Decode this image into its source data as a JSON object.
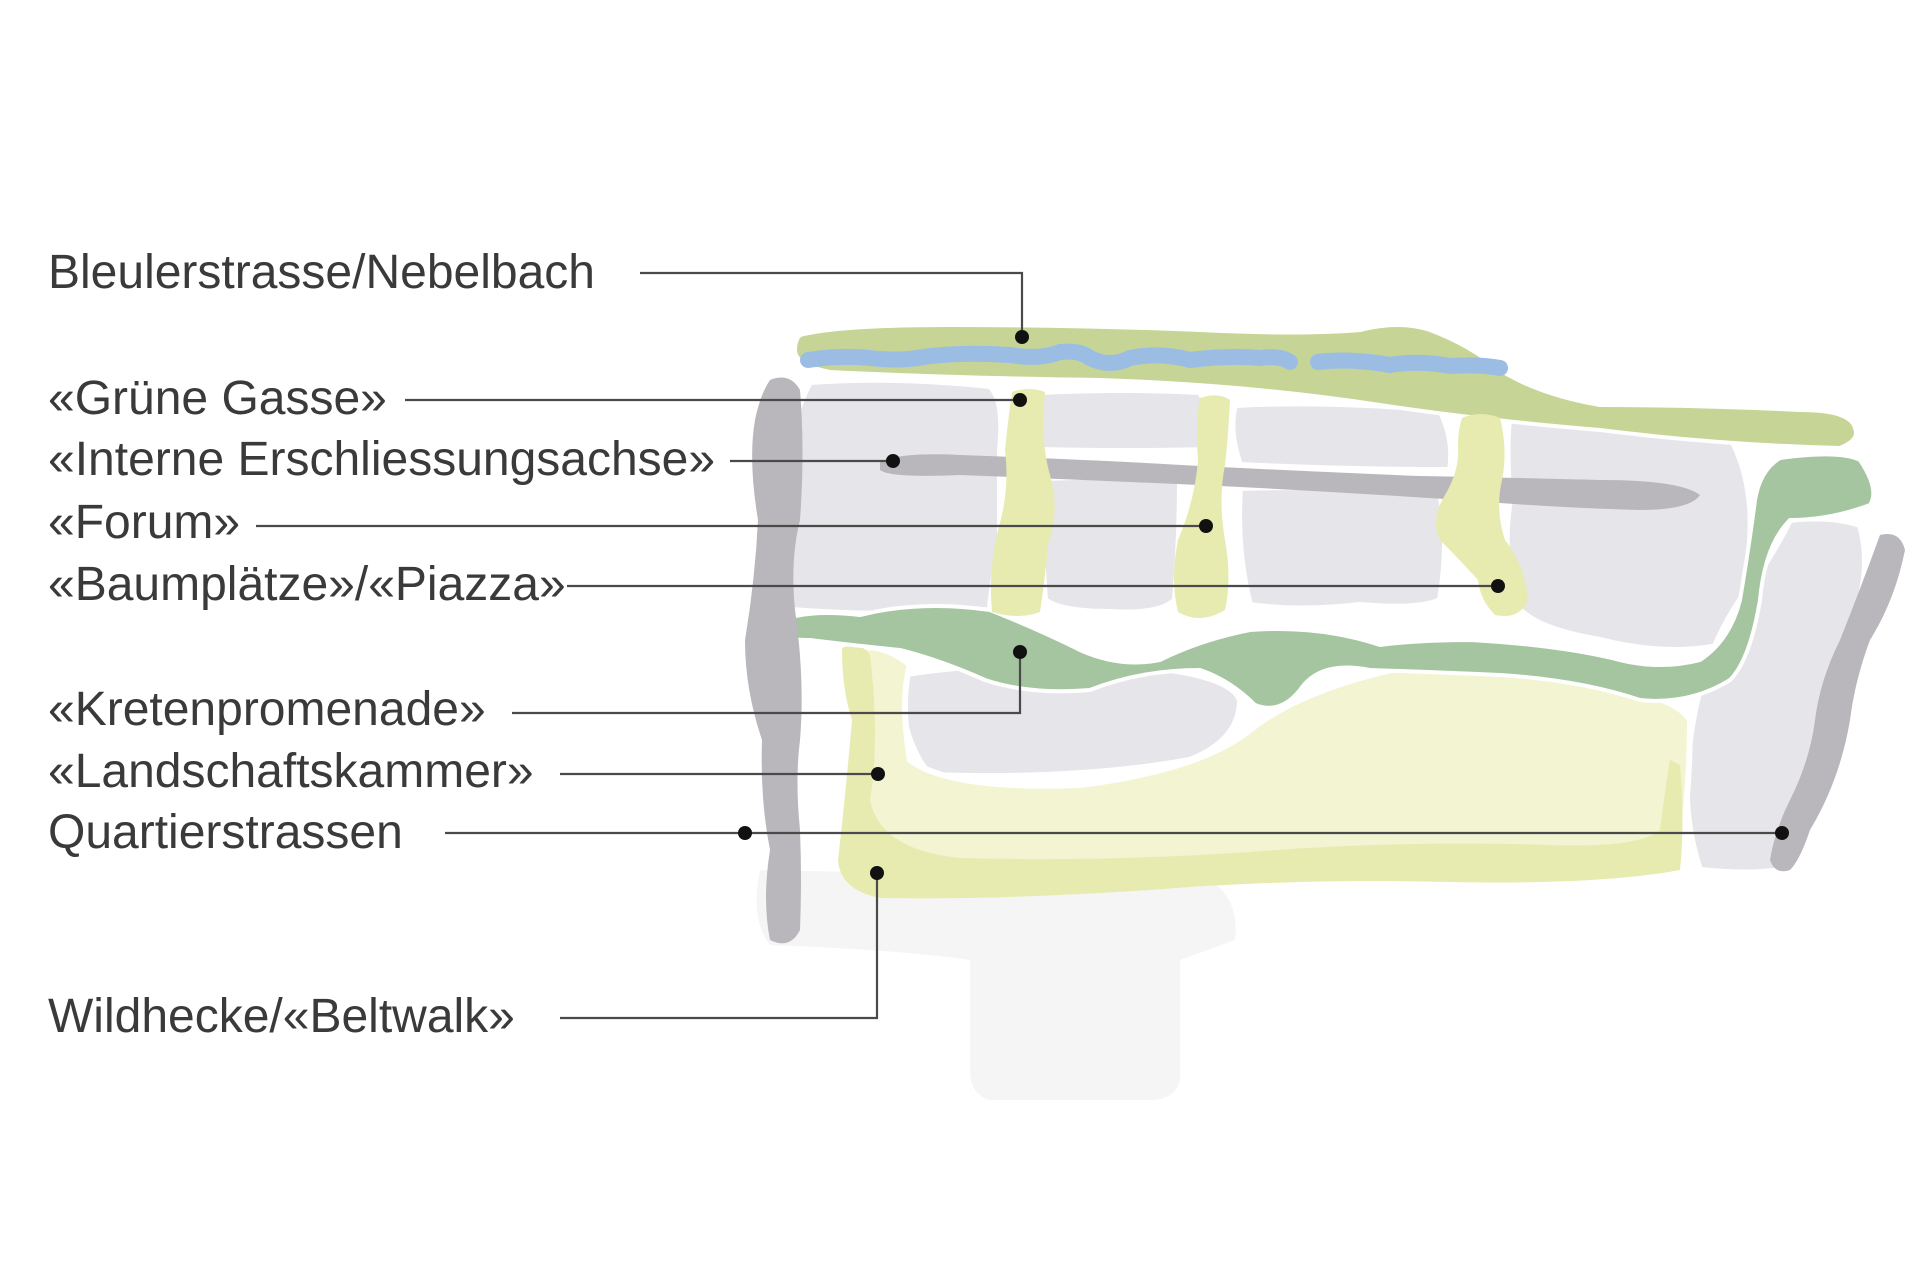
{
  "diagram": {
    "labels": {
      "bleulerstrasse": "Bleulerstrasse/Nebelbach",
      "gruene_gasse": "«Grüne Gasse»",
      "interne": "«Interne Erschliessungsachse»",
      "forum": "«Forum»",
      "baumplaetze": "«Baumplätze»/«Piazza»",
      "kretenpromenade": "«Kretenpromenade»",
      "landschaftskammer": "«Landschaftskammer»",
      "quartierstrassen": "Quartierstrassen",
      "wildhecke": "Wildhecke/«Beltwalk»"
    },
    "colors": {
      "street_grey": "#b9b7bb",
      "block_grey": "#e6e5e9",
      "lime": "#e8ebb0",
      "pale_lime": "#f2f4d2",
      "green": "#a4c59f",
      "olive": "#c6d596",
      "water_blue": "#9bbde4",
      "text": "#3a3a3a"
    }
  }
}
